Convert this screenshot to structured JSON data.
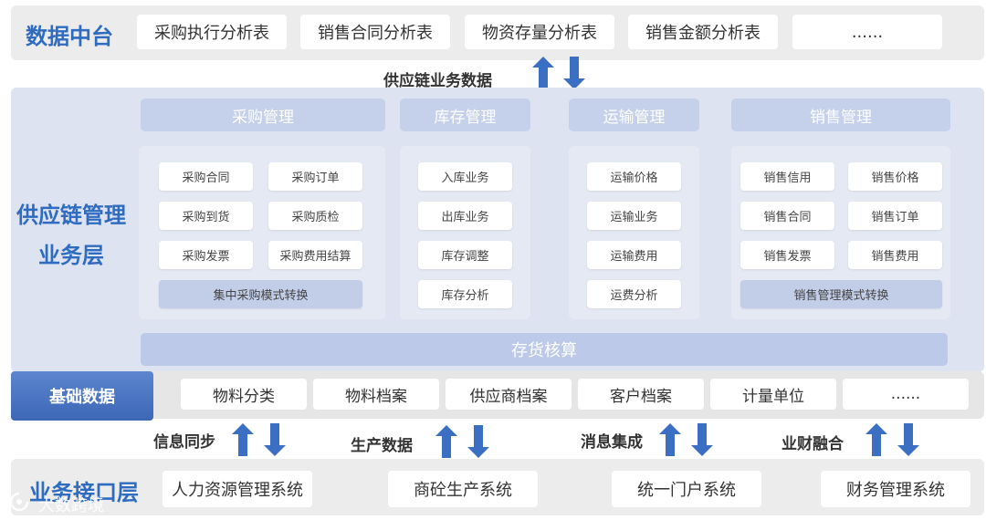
{
  "data_platform": {
    "title": "数据中台",
    "items": [
      "采购执行分析表",
      "销售合同分析表",
      "物资存量分析表",
      "销售金额分析表",
      "......"
    ]
  },
  "supply_chain_flow_label": "供应链业务数据",
  "business_layer": {
    "title_line1": "供应链管理",
    "title_line2": "业务层",
    "groups": [
      {
        "title": "采购管理",
        "items": [
          "采购合同",
          "采购订单",
          "采购到货",
          "采购质检",
          "采购发票",
          "采购费用结算"
        ],
        "wide_item": "集中采购模式转换"
      },
      {
        "title": "库存管理",
        "items": [
          "入库业务",
          "出库业务",
          "库存调整",
          "库存分析"
        ]
      },
      {
        "title": "运输管理",
        "items": [
          "运输价格",
          "运输业务",
          "运输费用",
          "运费分析"
        ]
      },
      {
        "title": "销售管理",
        "items": [
          "销售信用",
          "销售价格",
          "销售合同",
          "销售订单",
          "销售发票",
          "销售费用"
        ],
        "wide_item": "销售管理模式转换"
      }
    ],
    "inventory_accounting": "存货核算"
  },
  "base_data": {
    "title": "基础数据",
    "items": [
      "物料分类",
      "物料档案",
      "供应商档案",
      "客户档案",
      "计量单位",
      "......"
    ]
  },
  "flows": [
    "信息同步",
    "生产数据",
    "消息集成",
    "业财融合"
  ],
  "interface_layer": {
    "title": "业务接口层",
    "items": [
      "人力资源管理系统",
      "商砼生产系统",
      "统一门户系统",
      "财务管理系统"
    ]
  },
  "watermark": "大数跨境",
  "colors": {
    "accent": "#2f6cc0",
    "arrow": "#3a6fc4",
    "header_box": "#c5d0ea",
    "base_title_bg": "#4a76c0"
  }
}
